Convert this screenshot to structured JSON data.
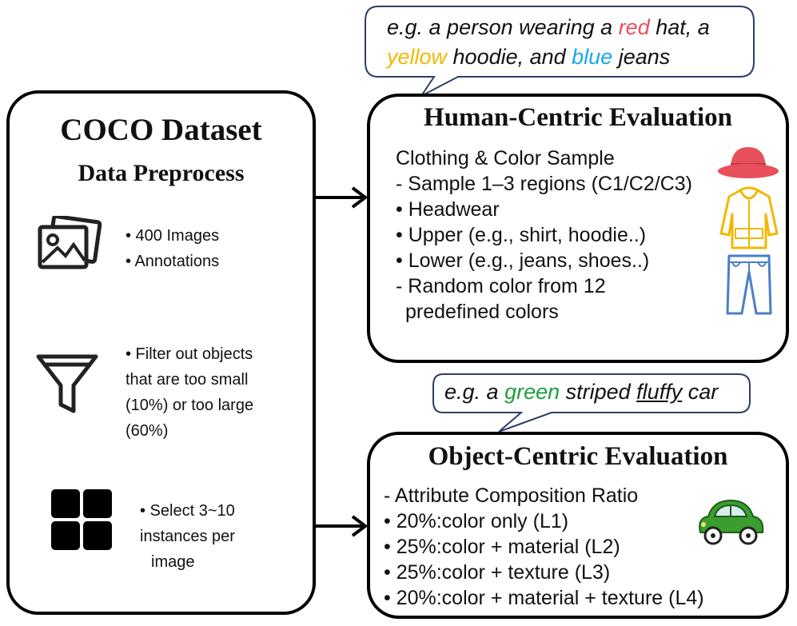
{
  "left_panel": {
    "title": "COCO Dataset",
    "subtitle": "Data Preprocess",
    "items": [
      {
        "icon": "images-icon",
        "lines": [
          "• 400 Images",
          "• Annotations"
        ]
      },
      {
        "icon": "filter-icon",
        "lines": [
          "• Filter out objects",
          "that are too small",
          "(10%) or too large",
          "(60%)"
        ]
      },
      {
        "icon": "grid-icon",
        "lines": [
          "• Select 3~10",
          "instances per",
          "image"
        ]
      }
    ]
  },
  "human_bubble": {
    "line1": {
      "pre": "e.g. a person wearing a ",
      "red": "red",
      "post": " hat, a"
    },
    "line2": {
      "yellow": "yellow",
      "mid": " hoodie, and ",
      "blue": "blue",
      "post": " jeans"
    }
  },
  "human_panel": {
    "title": "Human-Centric Evaluation",
    "lines": [
      "Clothing & Color Sample",
      "- Sample 1–3 regions (C1/C2/C3)",
      "• Headwear",
      "• Upper (e.g., shirt, hoodie..)",
      "• Lower (e.g., jeans, shoes..)",
      "- Random color from 12",
      "  predefined colors"
    ]
  },
  "object_bubble": {
    "pre": "e.g. a ",
    "green": "green",
    "mid": " striped ",
    "underlined": "fluffy",
    "post": " car"
  },
  "object_panel": {
    "title": "Object-Centric Evaluation",
    "lines": [
      "- Attribute Composition Ratio",
      "• 20%:color only (L1)",
      "• 25%:color + material (L2)",
      "• 25%:color + texture (L3)",
      "• 20%:color + material + texture (L4)"
    ]
  },
  "colors": {
    "red": "#e8505b",
    "yellow": "#f2b800",
    "blue": "#1aa7e8",
    "green": "#1f9e3f",
    "bubble_border": "#2c3e66"
  }
}
